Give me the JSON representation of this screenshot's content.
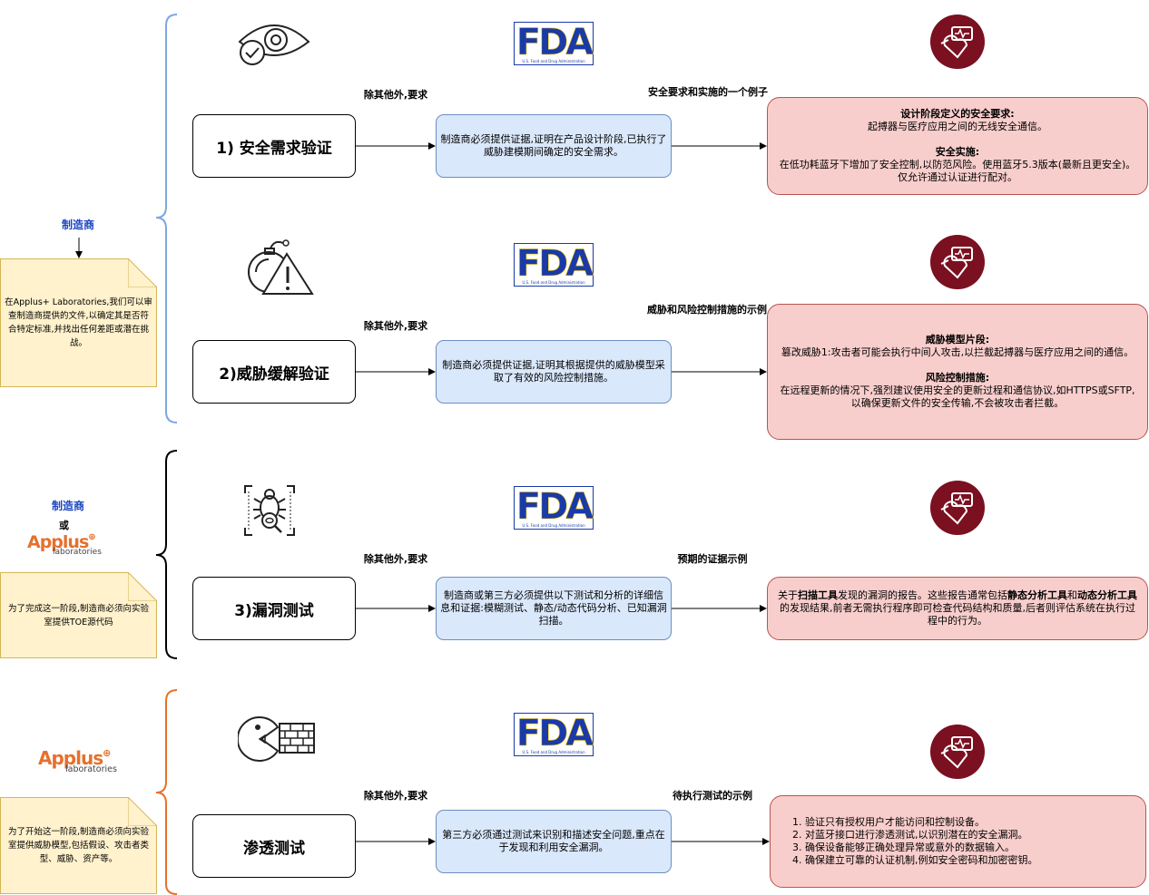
{
  "sidebar": {
    "group1": {
      "manufacturer_label": "制造商",
      "note": "在Applus+ Laboratories,我们可以审查制造商提供的文件,以确定其是否符合特定标准,并找出任何差距或潜在挑战。"
    },
    "group2": {
      "manufacturer_label": "制造商",
      "or_label": "或",
      "logo_main": "Applus",
      "logo_sub": "laboratories",
      "note": "为了完成这一阶段,制造商必须向实验室提供TOE源代码"
    },
    "group3": {
      "logo_main": "Applus",
      "logo_sub": "laboratories",
      "note": "为了开始这一阶段,制造商必须向实验室提供威胁模型,包括假设、攻击者类型、威胁、资产等。"
    }
  },
  "colors": {
    "bracket1": "#7ea6e0",
    "bracket2": "#000000",
    "bracket3": "#e5712d",
    "blue_fill": "#dae8fc",
    "red_fill": "#f8cecc",
    "note_fill": "#fff2cc",
    "fda_blue": "#1a3aa8",
    "heart_red": "#7a1020"
  },
  "icons": [
    "eye-check-icon",
    "bomb-warning-icon",
    "bug-scan-icon",
    "pacman-firewall-icon",
    "fda-logo",
    "heart-device-icon"
  ],
  "rows": [
    {
      "step": "1) 安全需求验证",
      "requirement_label": "除其他外,要求",
      "requirement": "制造商必须提供证据,证明在产品设计阶段,已执行了威胁建模期间确定的安全需求。",
      "example_label": "安全要求和实施的一个例子",
      "example": {
        "h1": "设计阶段定义的安全要求:",
        "t1": "起搏器与医疗应用之间的无线安全通信。",
        "h2": "安全实施:",
        "t2": "在低功耗蓝牙下增加了安全控制,以防范风险。使用蓝牙5.3版本(最新且更安全)。仅允许通过认证进行配对。"
      }
    },
    {
      "step": "2)威胁缓解验证",
      "requirement_label": "除其他外,要求",
      "requirement": "制造商必须提供证据,证明其根据提供的威胁模型采取了有效的风险控制措施。",
      "example_label": "威胁和风险控制措施的示例",
      "example": {
        "h1": "威胁模型片段:",
        "t1": "篡改威胁1:攻击者可能会执行中间人攻击,以拦截起搏器与医疗应用之间的通信。",
        "h2": "风险控制措施:",
        "t2": "在远程更新的情况下,强烈建议使用安全的更新过程和通信协议,如HTTPS或SFTP,以确保更新文件的安全传输,不会被攻击者拦截。"
      }
    },
    {
      "step": "3)漏洞测试",
      "requirement_label": "除其他外,要求",
      "requirement": "制造商或第三方必须提供以下测试和分析的详细信息和证据:模糊测试、静态/动态代码分析、已知漏洞扫描。",
      "example_label": "预期的证据示例",
      "example": {
        "p1": "关于",
        "b1": "扫描工具",
        "p2": "发现的漏洞的报告。这些报告通常包括",
        "b2": "静态分析工具",
        "p3": "和",
        "b3": "动态分析工具",
        "p4": "的发现结果,前者无需执行程序即可检查代码结构和质量,后者则评估系统在执行过程中的行为。"
      }
    },
    {
      "step": "渗透测试",
      "requirement_label": "除其他外,要求",
      "requirement": "第三方必须通过测试来识别和描述安全问题,重点在于发现和利用安全漏洞。",
      "example_label": "待执行测试的示例",
      "example": {
        "items": [
          "验证只有授权用户才能访问和控制设备。",
          "对蓝牙接口进行渗透测试,以识别潜在的安全漏洞。",
          "确保设备能够正确处理异常或意外的数据输入。",
          "确保建立可靠的认证机制,例如安全密码和加密密钥。"
        ]
      }
    }
  ]
}
